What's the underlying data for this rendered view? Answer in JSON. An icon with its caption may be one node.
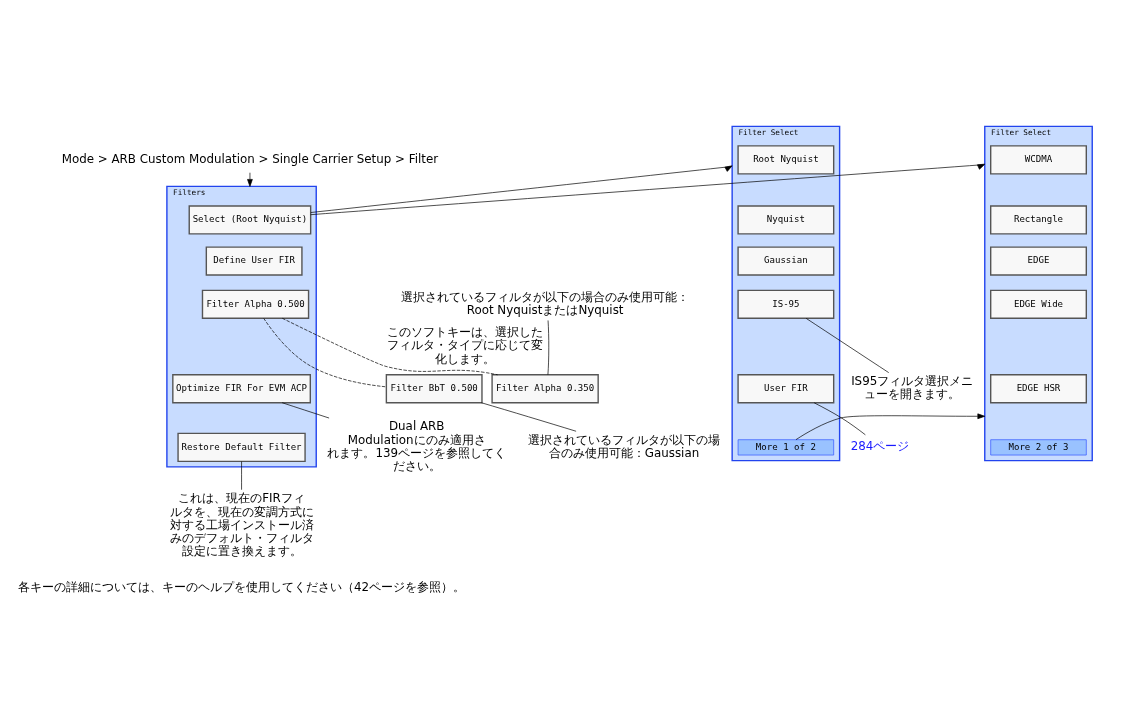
{
  "diagram": {
    "nodes": [
      {
        "text": [
          "Mode > ARB Custom Modulation > Single Carrier Setup > Filter"
        ]
      },
      {
        "text": [
          "Filters"
        ]
      },
      {
        "text": [
          "Select (Root Nyquist)"
        ],
        "in": 1
      },
      {
        "text": [
          "Define User FIR"
        ],
        "in": 1
      },
      {
        "text": [
          "Filter Alpha 0.500"
        ],
        "in": 1
      },
      {
        "text": [
          "Optimize FIR For EVM ACP"
        ],
        "in": 1
      },
      {
        "text": [
          "Restore Default Filter"
        ],
        "in": 1
      },
      {
        "text": [
          "Filter Alpha 0.350"
        ]
      },
      {
        "text": [
          "Filter BbT 0.500"
        ]
      },
      {
        "text": [
          "選択されているフィルタが以下の場合のみ使用可能：Root NyquistまたはNyquist"
        ]
      },
      {
        "text": [
          "選択されているフィルタが以下の場合のみ使用可能：Gaussian"
        ]
      },
      {
        "text": [
          "Dual ARB Modulationにのみ適用されます。139ページを参照してください。"
        ]
      },
      {
        "text": [
          "これは、現在のFIRフィルタを、現在の変調方式に対する工場インストール済みのデフォルト・フィルタ設定に置き換えます。"
        ]
      },
      {
        "text": [
          "Filter Select"
        ]
      },
      {
        "text": [
          "Root Nyquist"
        ],
        "in": 13
      },
      {
        "text": [
          "Nyquist"
        ],
        "in": 13
      },
      {
        "text": [
          "Gaussian"
        ],
        "in": 13
      },
      {
        "text": [
          "IS-95"
        ],
        "in": 13
      },
      {
        "text": [
          "User FIR"
        ],
        "in": 13
      },
      {
        "text": [
          "More 1 of 2"
        ],
        "in": 13
      },
      {
        "text": [
          "IS95フィルタ選択メニューを開きます。"
        ]
      },
      {
        "text": [
          "284ページ"
        ]
      },
      {
        "text": [
          "Filter Select"
        ]
      },
      {
        "text": [
          "WCDMA"
        ],
        "in": 22
      },
      {
        "text": [
          "Rectangle"
        ],
        "in": 22
      },
      {
        "text": [
          "EDGE"
        ],
        "in": 22
      },
      {
        "text": [
          "EDGE Wide"
        ],
        "in": 22
      },
      {
        "text": [
          "EDGE HSR"
        ],
        "in": 22
      },
      {
        "text": [
          "More 2 of 3"
        ],
        "in": 22
      }
    ],
    "edges": [
      {
        "from": 0,
        "to": 1,
        "arrow": "to"
      },
      {
        "from": 2,
        "to": 13,
        "arrow": "to"
      },
      {
        "from": 2,
        "to": 22,
        "arrow": "to"
      },
      {
        "from": 4,
        "to": 7,
        "arrow": "none",
        "style": "dashed",
        "label": "このソフトキーは、選択したフィルタ・タイプに応じて変化します。"
      },
      {
        "from": 4,
        "to": 8,
        "arrow": "none",
        "style": "dashed"
      },
      {
        "from": 9,
        "to": 7,
        "arrow": "none"
      },
      {
        "from": 10,
        "to": 8,
        "arrow": "none"
      },
      {
        "from": 5,
        "to": 11,
        "arrow": "none"
      },
      {
        "from": 6,
        "to": 12,
        "arrow": "none"
      },
      {
        "from": 17,
        "to": 20,
        "arrow": "none"
      },
      {
        "from": 18,
        "to": 21,
        "arrow": "none"
      },
      {
        "from": 19,
        "to": 22,
        "arrow": "to"
      }
    ],
    "labels": [
      "各キーの詳細については、キーのヘルプを使用してください（42ページを参照）。"
    ]
  }
}
